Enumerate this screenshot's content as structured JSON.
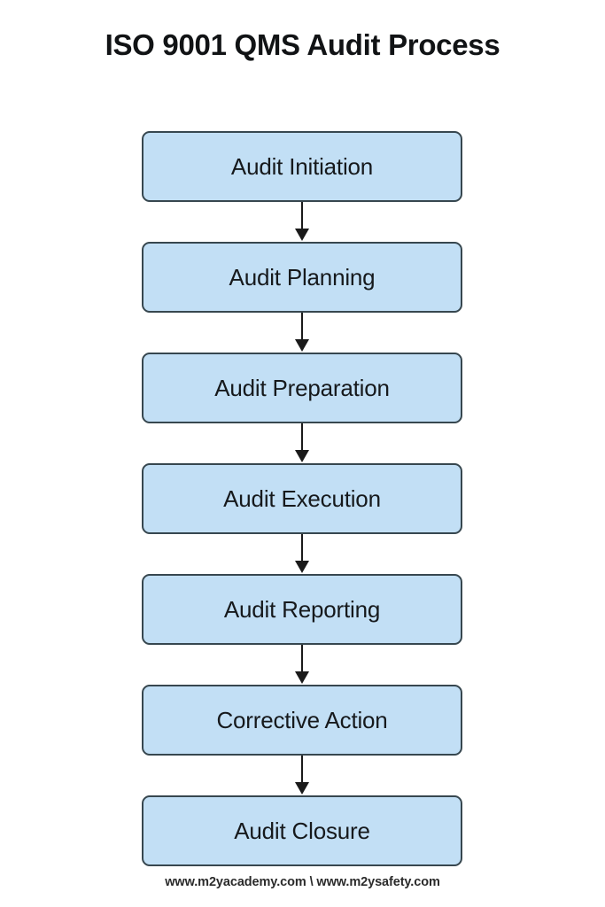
{
  "page": {
    "background_color": "#ffffff",
    "title": "ISO 9001 QMS Audit Process",
    "footer": "www.m2yacademy.com \\ www.m2ysafety.com"
  },
  "theme": {
    "node_fill": "#C2DFF5",
    "node_border": "#37474F",
    "node_text": "#16191c",
    "arrow_color": "#1a1a1a",
    "title_color": "#111315",
    "footer_color": "#2b2b2b"
  },
  "chart_data": {
    "type": "diagram",
    "diagram_type": "flowchart",
    "orientation": "vertical-top-to-bottom",
    "title": "ISO 9001 QMS Audit Process",
    "nodes": [
      {
        "id": "n1",
        "label": "Audit Initiation",
        "order": 1
      },
      {
        "id": "n2",
        "label": "Audit Planning",
        "order": 2
      },
      {
        "id": "n3",
        "label": "Audit Preparation",
        "order": 3
      },
      {
        "id": "n4",
        "label": "Audit Execution",
        "order": 4
      },
      {
        "id": "n5",
        "label": "Audit Reporting",
        "order": 5
      },
      {
        "id": "n6",
        "label": "Corrective Action",
        "order": 6
      },
      {
        "id": "n7",
        "label": "Audit Closure",
        "order": 7
      }
    ],
    "edges": [
      {
        "from": "n1",
        "to": "n2",
        "arrow": "down"
      },
      {
        "from": "n2",
        "to": "n3",
        "arrow": "down"
      },
      {
        "from": "n3",
        "to": "n4",
        "arrow": "down"
      },
      {
        "from": "n4",
        "to": "n5",
        "arrow": "down"
      },
      {
        "from": "n5",
        "to": "n6",
        "arrow": "down"
      },
      {
        "from": "n6",
        "to": "n7",
        "arrow": "down"
      }
    ]
  }
}
